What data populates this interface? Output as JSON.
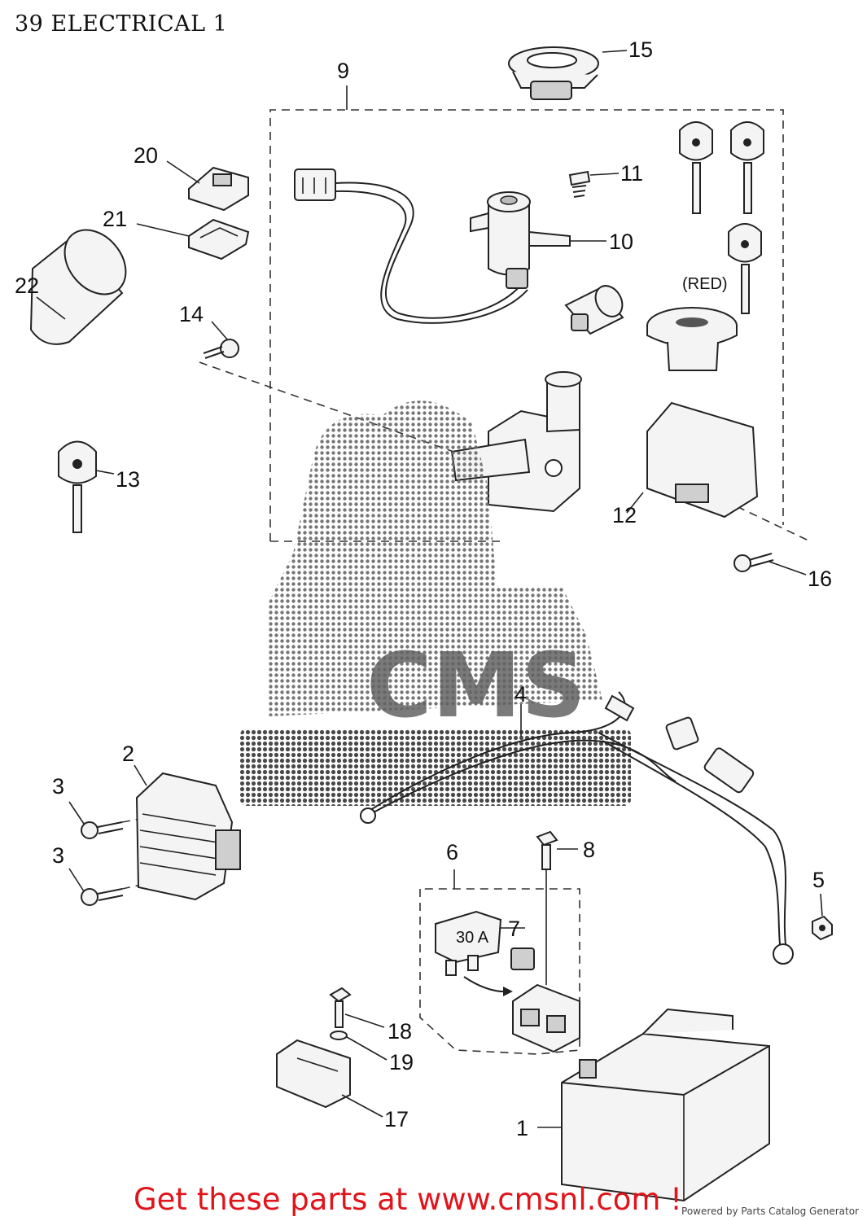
{
  "header": {
    "title": "39 ELECTRICAL 1"
  },
  "callouts": {
    "c1": "1",
    "c2": "2",
    "c3a": "3",
    "c3b": "3",
    "c4": "4",
    "c5": "5",
    "c6": "6",
    "c7": "7",
    "c8": "8",
    "c9": "9",
    "c10": "10",
    "c11": "11",
    "c12": "12",
    "c13": "13",
    "c14": "14",
    "c15": "15",
    "c16": "16",
    "c17": "17",
    "c18": "18",
    "c19": "19",
    "c20": "20",
    "c21": "21",
    "c22": "22"
  },
  "notes": {
    "red_key": "(RED)",
    "fuse_rating": "30 A"
  },
  "watermark": {
    "brand": "CMS"
  },
  "footer": {
    "cta": "Get these parts at www.cmsnl.com !",
    "credit": "Powered by Parts Catalog Generator"
  }
}
